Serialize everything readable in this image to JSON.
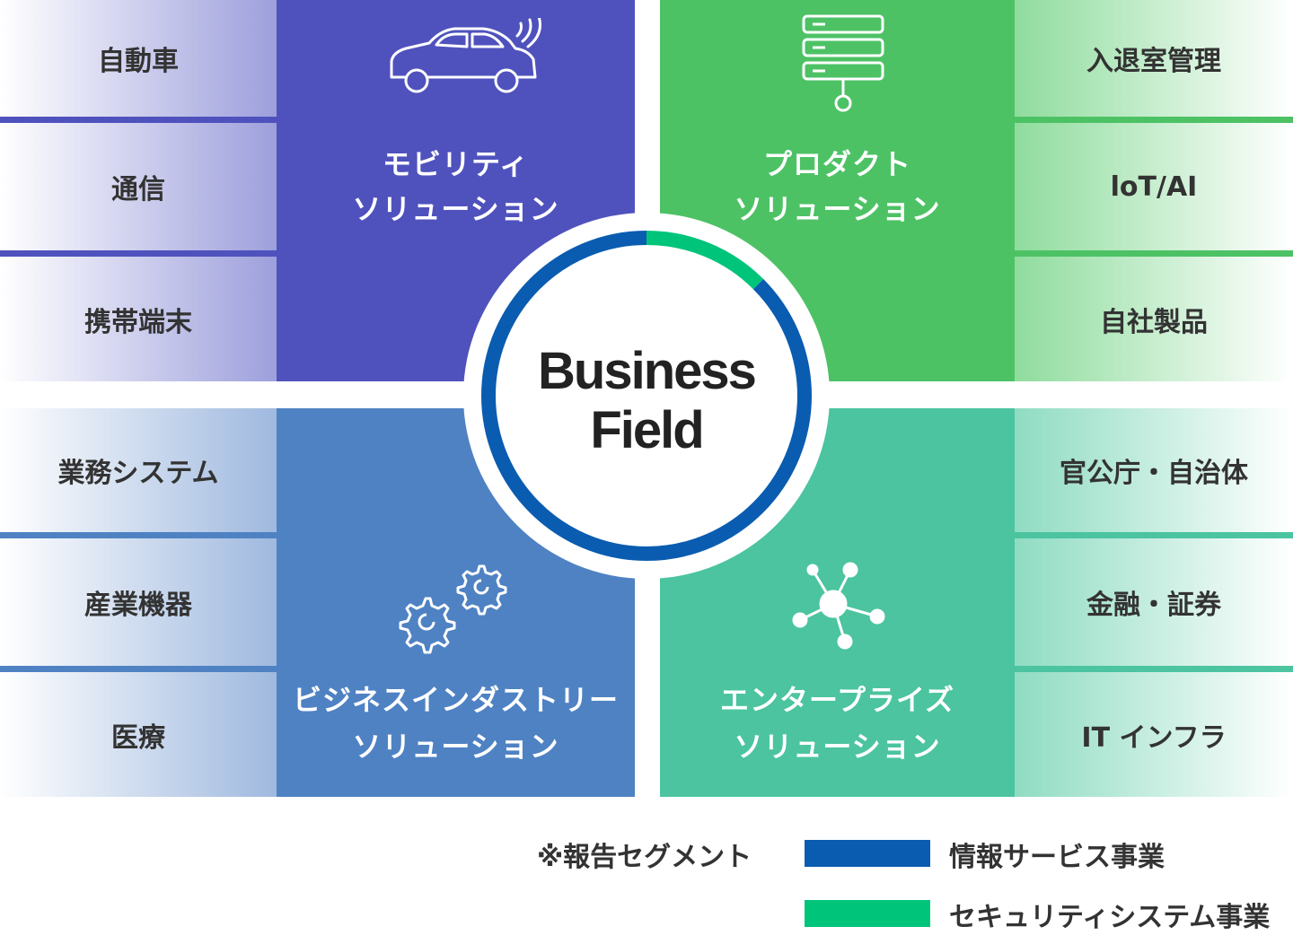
{
  "center": {
    "line1": "Business",
    "line2": "Field"
  },
  "quadrants": {
    "mobility": {
      "line1": "モビリティ",
      "line2": "ソリューション",
      "icon": "car-icon"
    },
    "product": {
      "line1": "プロダクト",
      "line2": "ソリューション",
      "icon": "server-icon"
    },
    "business_industry": {
      "line1": "ビジネスインダストリー",
      "line2": "ソリューション",
      "icon": "gears-icon"
    },
    "enterprise": {
      "line1": "エンタープライズ",
      "line2": "ソリューション",
      "icon": "network-icon"
    }
  },
  "left_items_top": [
    "自動車",
    "通信",
    "携帯端末"
  ],
  "right_items_top": [
    "入退室管理",
    "loT/AI",
    "自社製品"
  ],
  "left_items_bottom": [
    "業務システム",
    "産業機器",
    "医療"
  ],
  "right_items_bottom": [
    "官公庁・自治体",
    "金融・証券",
    "IT インフラ"
  ],
  "legend": {
    "note": "※報告セグメント",
    "items": [
      {
        "label": "情報サービス事業",
        "color": "#0a5cb0"
      },
      {
        "label": "セキュリティシステム事業",
        "color": "#00c47a"
      }
    ]
  },
  "ring": {
    "info_service_share": 0.875,
    "security_share": 0.125
  },
  "colors": {
    "mobility": "#4f52bd",
    "product": "#4dc265",
    "business_industry": "#4f82c3",
    "enterprise": "#4bc49f"
  }
}
